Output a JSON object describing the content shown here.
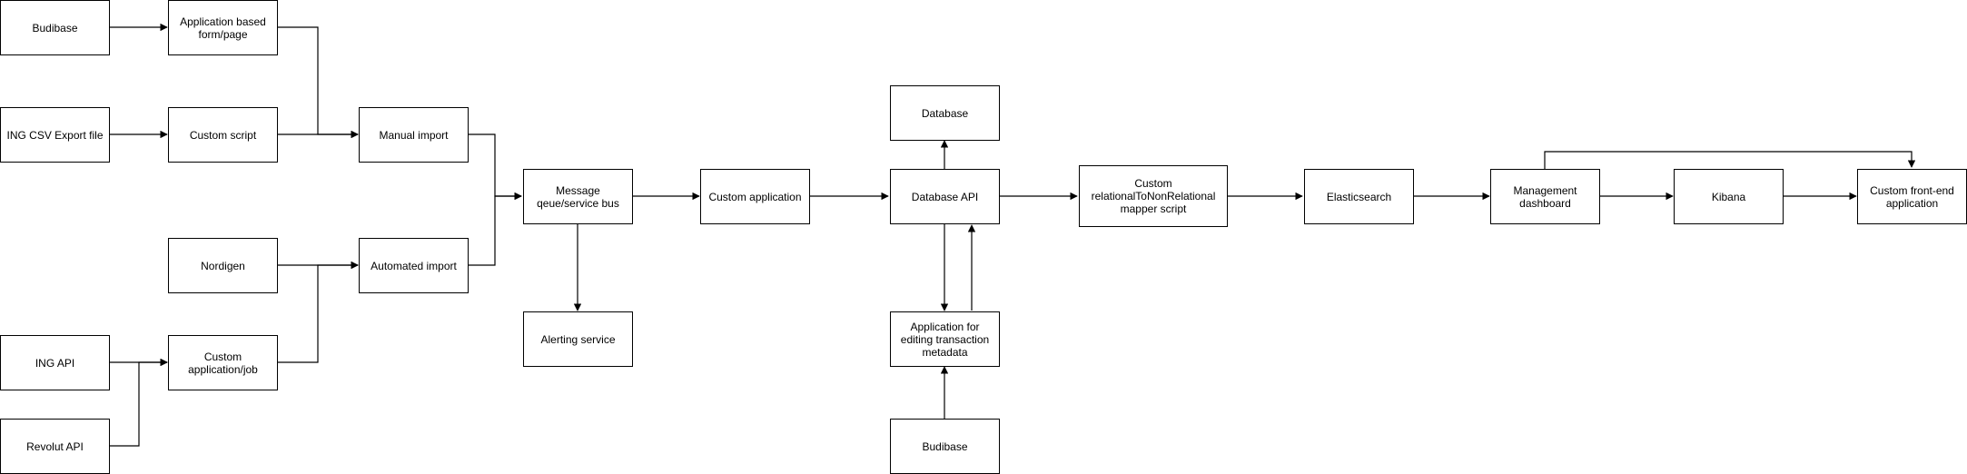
{
  "nodes": {
    "budibase_top": "Budibase",
    "app_form": "Application based form/page",
    "ing_csv": "ING CSV Export file",
    "custom_script": "Custom script",
    "manual_import": "Manual import",
    "nordigen": "Nordigen",
    "automated_import": "Automated import",
    "ing_api": "ING API",
    "custom_app_job": "Custom application/job",
    "revolut_api": "Revolut API",
    "message_bus": "Message qeue/service bus",
    "alerting": "Alerting service",
    "custom_application": "Custom application",
    "database": "Database",
    "database_api": "Database API",
    "edit_app": "Application for editing transaction metadata",
    "budibase_bottom": "Budibase",
    "mapper": "Custom relationalToNonRelational mapper script",
    "elasticsearch": "Elasticsearch",
    "management": "Management dashboard",
    "kibana": "Kibana",
    "frontend": "Custom front-end application"
  }
}
